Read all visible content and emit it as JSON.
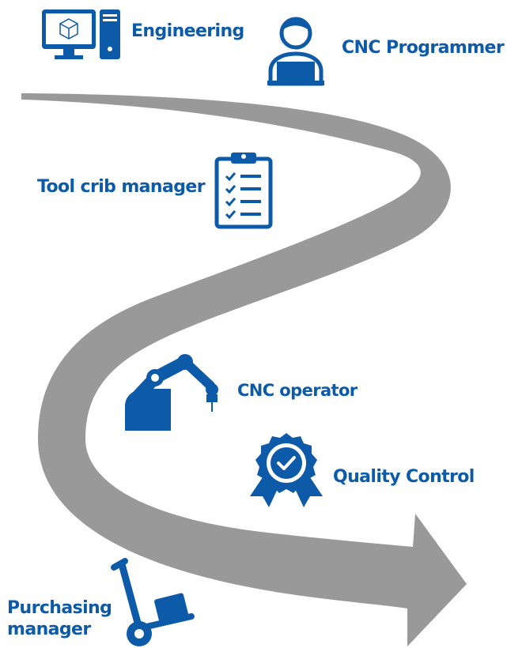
{
  "colors": {
    "accent": "#0d5ba8",
    "path": "#999999"
  },
  "steps": [
    {
      "label": "Engineering",
      "icon": "computer-icon"
    },
    {
      "label": "CNC Programmer",
      "icon": "programmer-at-laptop-icon"
    },
    {
      "label": "Tool crib manager",
      "icon": "checklist-clipboard-icon"
    },
    {
      "label": "CNC operator",
      "icon": "robot-arm-icon"
    },
    {
      "label": "Quality Control",
      "icon": "quality-badge-icon"
    },
    {
      "label": "Purchasing\nmanager",
      "icon": "hand-truck-icon"
    }
  ]
}
